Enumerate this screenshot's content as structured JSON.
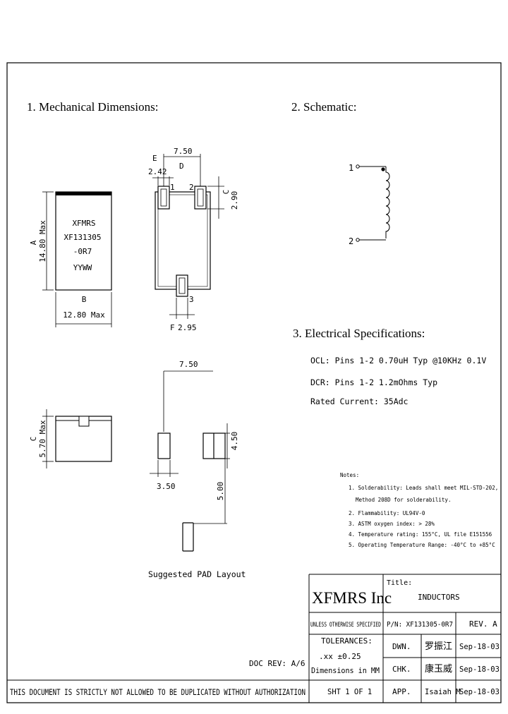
{
  "sections": {
    "mechanical": "1. Mechanical Dimensions:",
    "schematic": "2. Schematic:",
    "electrical": "3. Electrical Specifications:"
  },
  "part_marking": {
    "line1": "XFMRS",
    "line2": "XF131305",
    "line3": "-0R7",
    "line4": "YYWW"
  },
  "dimensions": {
    "a_label": "A",
    "a_value": "14.80 Max",
    "b_label": "B",
    "b_value": "12.80 Max",
    "c_label": "C",
    "c_top_value": "2.90",
    "c_side_value": "5.70 Max",
    "d_label": "D",
    "d_value": "7.50",
    "e_label": "E",
    "e_value": "2.42",
    "f_label": "F",
    "f_value": "2.95",
    "pin1": "1",
    "pin2": "2",
    "pin3": "3"
  },
  "schematic": {
    "pin1": "1",
    "pin2": "2"
  },
  "pad_layout": {
    "d1": "7.50",
    "d2": "4.50",
    "d3": "3.50",
    "d4": "5.00",
    "caption": "Suggested PAD Layout"
  },
  "electrical": {
    "ocl": "OCL: Pins 1-2 0.70uH Typ @10KHz 0.1V",
    "dcr": "DCR: Pins 1-2 1.2mOhms Typ",
    "current": "Rated Current: 35Adc"
  },
  "notes": {
    "title": "Notes:",
    "n1a": "1. Solderability: Leads shall meet MIL-STD-202,",
    "n1b": "Method 208D for solderability.",
    "n2": "2. Flammability: UL94V-0",
    "n3": "3. ASTM oxygen index: > 28%",
    "n4": "4. Temperature rating: 155°C, UL file E151556",
    "n5": "5. Operating Temperature Range: -40°C to +85°C"
  },
  "title_block": {
    "company": "XFMRS Inc",
    "title_label": "Title:",
    "title_value": "INDUCTORS",
    "pn": "P/N: XF131305-0R7",
    "rev": "REV. A",
    "unless": "UNLESS OTHERWISE SPECIFIED",
    "tolerances": "TOLERANCES:",
    "tol_value": ".xx ±0.25",
    "dims_in": "Dimensions in MM",
    "doc_rev": "DOC REV: A/6",
    "dwn_label": "DWN.",
    "dwn_name": "罗振江",
    "dwn_date": "Sep-18-03",
    "chk_label": "CHK.",
    "chk_name": "康玉威",
    "chk_date": "Sep-18-03",
    "app_label": "APP.",
    "app_name": "Isaiah M",
    "app_date": "Sep-18-03",
    "sheet": "SHT 1 OF 1",
    "footer": "THIS DOCUMENT IS STRICTLY NOT ALLOWED TO BE DUPLICATED WITHOUT AUTHORIZATION"
  }
}
